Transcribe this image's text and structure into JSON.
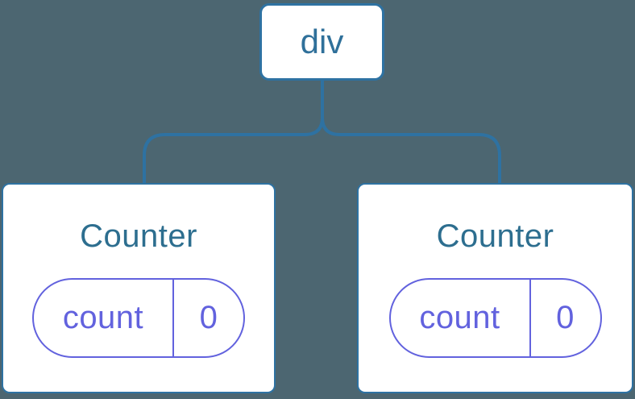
{
  "colors": {
    "background": "#4C6671",
    "connector": "#2E72A2",
    "node_text": "#2F709A",
    "title": "#2D6E8F",
    "state": "#6262DE",
    "card_bg": "#FFFFFF"
  },
  "tree": {
    "root": {
      "label": "div"
    },
    "children": [
      {
        "title": "Counter",
        "state": {
          "name": "count",
          "value": "0"
        }
      },
      {
        "title": "Counter",
        "state": {
          "name": "count",
          "value": "0"
        }
      }
    ]
  }
}
